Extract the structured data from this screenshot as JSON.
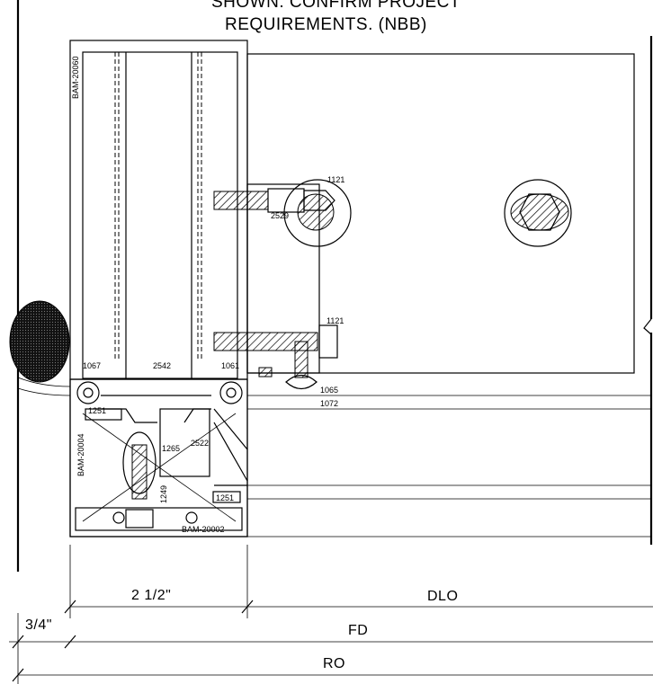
{
  "note": {
    "line1": "SHOWN. CONFIRM PROJECT",
    "line2": "REQUIREMENTS. (NBB)"
  },
  "part_labels": {
    "vertical_mullion": "BAM-20060",
    "left_adapter": "BAM-20004",
    "base_sill": "BAM-20002",
    "p1067": "1067",
    "p2542": "2542",
    "p1061": "1061",
    "p1121_top": "1121",
    "p2529": "2529",
    "p1121_low": "1121",
    "p1065": "1065",
    "p1072": "1072",
    "p1251_left": "1251",
    "p1265": "1265",
    "p2522": "2522",
    "p1249": "1249",
    "p1251_right": "1251"
  },
  "dimensions": {
    "frame_width": "2 1/2\"",
    "daylight_opening": "DLO",
    "shim": "3/4\"",
    "frame_dimension": "FD",
    "rough_opening": "RO"
  }
}
